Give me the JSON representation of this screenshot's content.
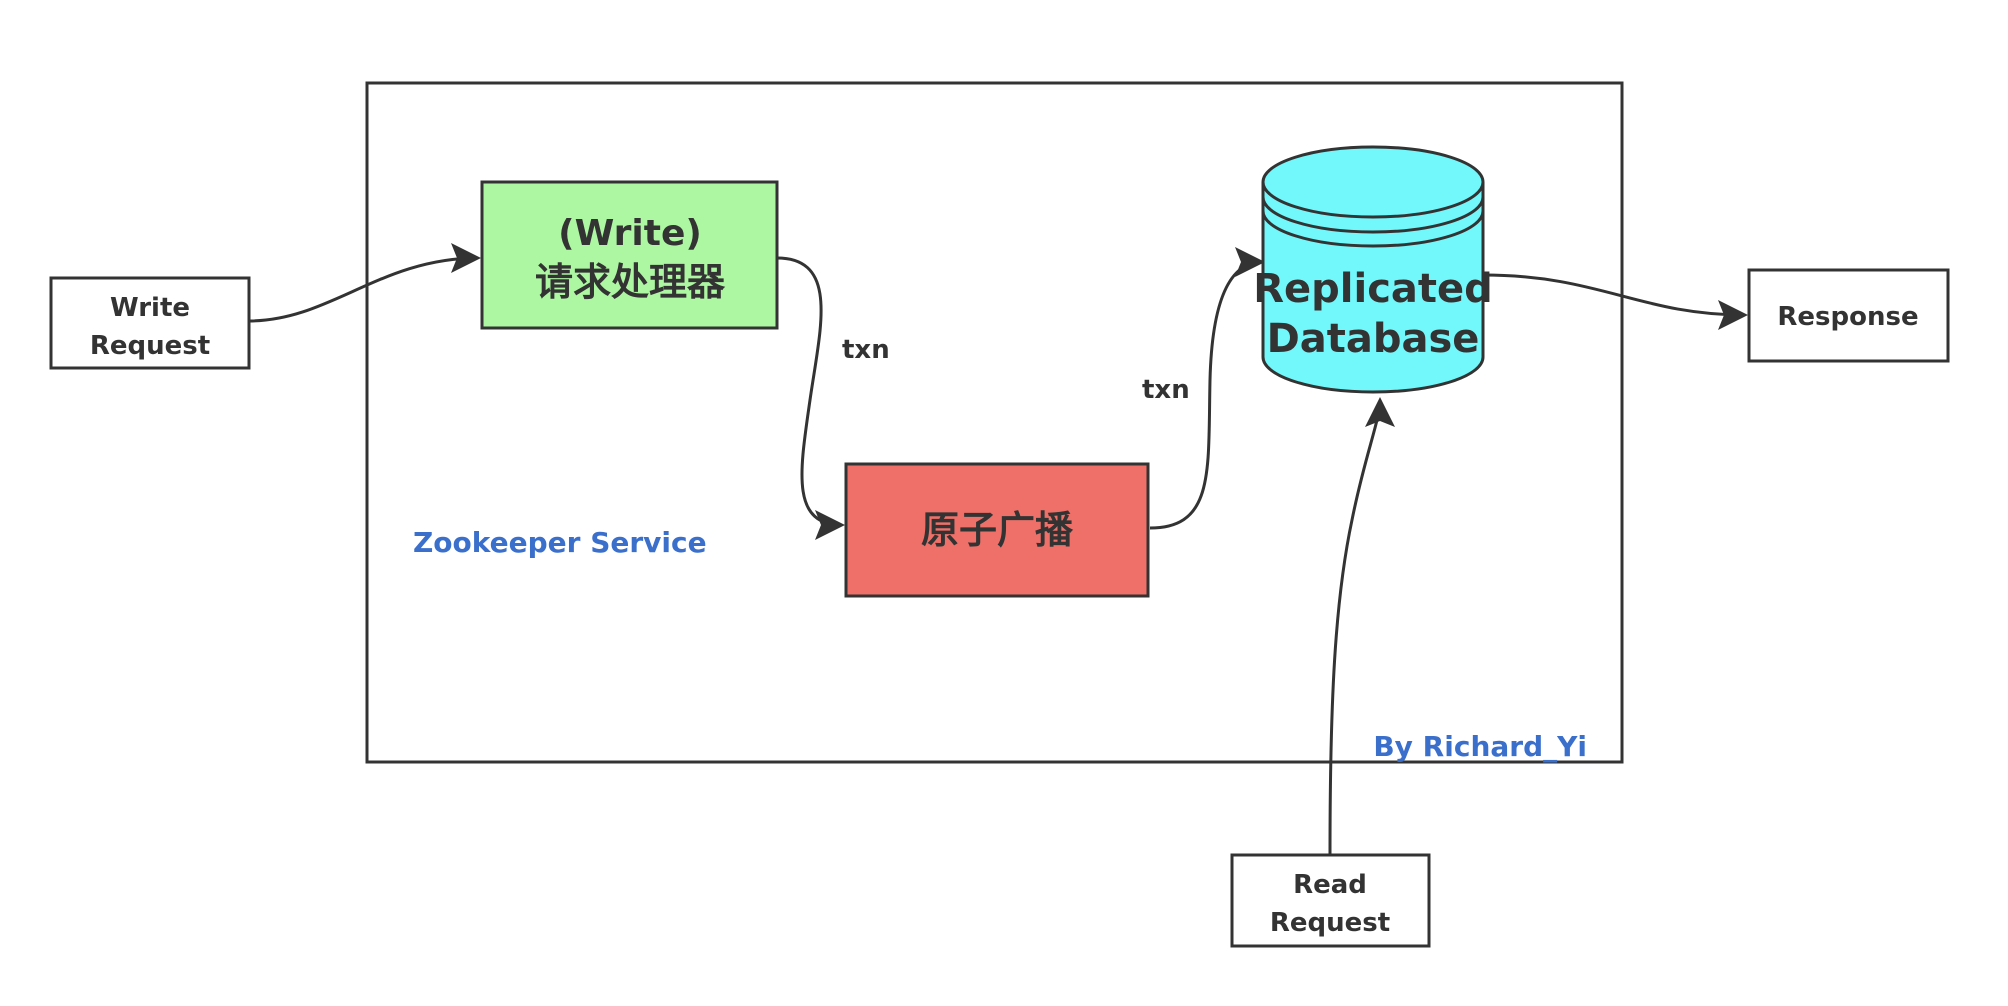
{
  "diagram": {
    "service_frame_label": "Zookeeper Service",
    "author_label": "By Richard_Yi",
    "nodes": {
      "write_request": {
        "line1": "Write",
        "line2": "Request"
      },
      "request_processor": {
        "line1": "(Write)",
        "line2": "请求处理器",
        "fill": "#adf7a2"
      },
      "atomic_broadcast": {
        "label": "原子广播",
        "fill": "#ee7069"
      },
      "replicated_db": {
        "line1": "Replicated",
        "line2": "Database",
        "fill": "#72f7fb"
      },
      "response": {
        "label": "Response"
      },
      "read_request": {
        "line1": "Read",
        "line2": "Request"
      }
    },
    "edges": [
      {
        "from": "write_request",
        "to": "request_processor",
        "label": ""
      },
      {
        "from": "request_processor",
        "to": "atomic_broadcast",
        "label": "txn"
      },
      {
        "from": "atomic_broadcast",
        "to": "replicated_db",
        "label": "txn"
      },
      {
        "from": "replicated_db",
        "to": "response",
        "label": ""
      },
      {
        "from": "read_request",
        "to": "replicated_db",
        "label": ""
      }
    ],
    "colors": {
      "stroke": "#333333",
      "label_blue": "#3a6fcc"
    }
  }
}
